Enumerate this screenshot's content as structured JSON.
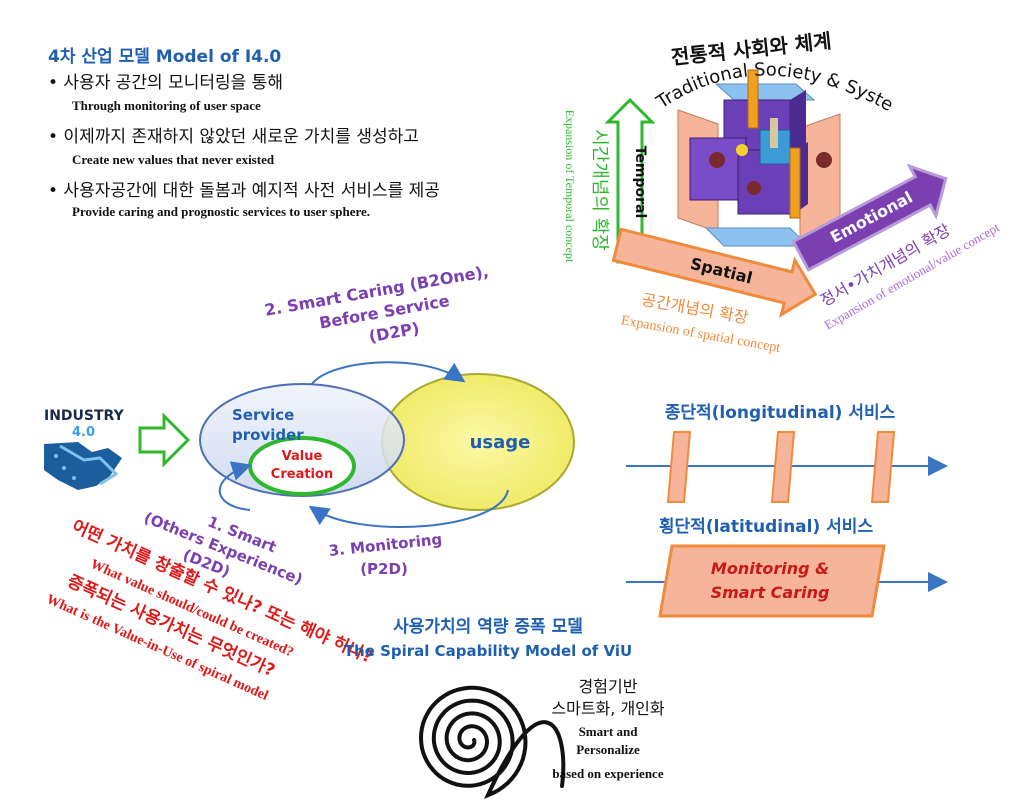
{
  "model": {
    "title": "4차 산업 모델 Model of I4.0",
    "bullets": [
      {
        "ko": "• 사용자 공간의 모니터링을 통해",
        "en": "Through monitoring of user space"
      },
      {
        "ko": "• 이제까지 존재하지 않았던 새로운 가치를 생성하고",
        "en": "Create new values that never existed"
      },
      {
        "ko": "• 사용자공간에 대한 돌봄과 예지적 사전 서비스를 제공",
        "en": "Provide caring and prognostic services to user sphere."
      }
    ]
  },
  "cube": {
    "title_ko": "전통적 사회와 체계",
    "title_en": "Traditional Society & Systems",
    "temporal": {
      "label": "Temporal",
      "ko": "시간개념의 확장",
      "en": "Expansion of Temporal concept"
    },
    "spatial": {
      "label": "Spatial",
      "ko": "공간개념의 확장",
      "en": "Expansion of spatial concept"
    },
    "emotional": {
      "label": "Emotional",
      "ko": "정서•가치개념의 확장",
      "en": "Expansion of emotional/value concept"
    }
  },
  "industry": {
    "line1": "INDUSTRY",
    "line2": "4.0"
  },
  "venn": {
    "provider": "Service provider",
    "value": [
      "Value",
      "Creation"
    ],
    "usage": "usage"
  },
  "cycle": {
    "step2": [
      "2. Smart Caring (B2One),",
      "Before Service",
      "(D2P)"
    ],
    "step1": [
      "1. Smart",
      "(Others Experience)",
      "(D2D)"
    ],
    "step3": [
      "3. Monitoring",
      "(P2D)"
    ]
  },
  "services": {
    "longitudinal": "종단적(longitudinal) 서비스",
    "latitudinal": "횡단적(latitudinal) 서비스",
    "box": [
      "Monitoring &",
      "Smart Caring"
    ]
  },
  "questions": [
    "어떤 가치를 창출할 수 있나? 또는 해야 하나?",
    "What value should/could be created?",
    "증폭되는 사용가치는 무엇인가?",
    "What is the Value-in-Use of spiral model"
  ],
  "spiral": {
    "title_ko": "사용가치의 역량 증폭 모델",
    "title_en": "The Spiral Capability Model of ViU",
    "desc_ko": [
      "경험기반",
      "스마트화, 개인화"
    ],
    "desc_en": [
      "Smart and",
      "Personalize",
      "based on experience"
    ]
  },
  "colors": {
    "purple": "#7b3fb0",
    "blue": "#1f5fb0",
    "red": "#e01818",
    "green": "#2eb82e",
    "orange": "#f08a3c",
    "yellow": "#f5f07a",
    "arrow_blue": "#3a74c4"
  }
}
